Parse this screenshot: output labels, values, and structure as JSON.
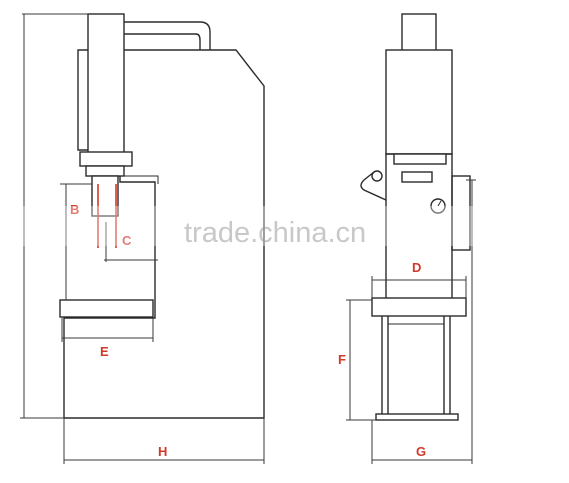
{
  "diagram": {
    "labels": {
      "b": "B",
      "c": "C",
      "d": "D",
      "e": "E",
      "f": "F",
      "g": "G",
      "h": "H"
    },
    "watermark": "trade.china.cn",
    "colors": {
      "line": "#2b2b2b",
      "label": "#d03a2a",
      "watermark": "#9a9a9a"
    }
  }
}
